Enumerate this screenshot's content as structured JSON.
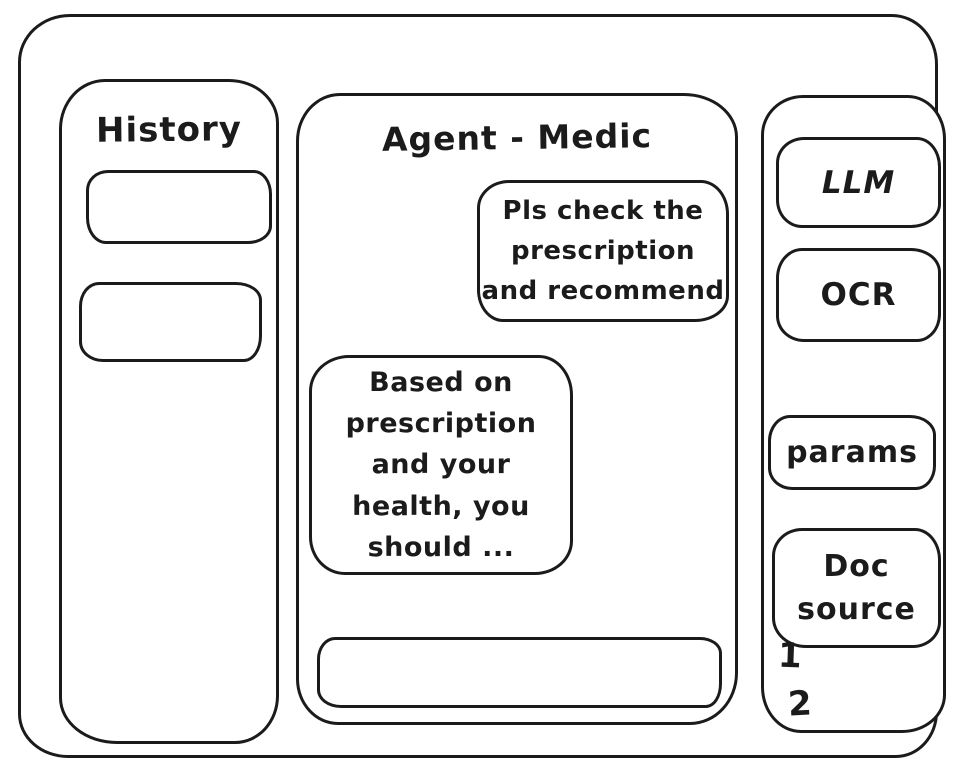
{
  "colors": {
    "ink": "#1b1b1b",
    "background": "#ffffff"
  },
  "history_panel": {
    "title": "History",
    "items": [
      {
        "label": ""
      },
      {
        "label": ""
      }
    ]
  },
  "chat": {
    "title": "Agent - Medic",
    "messages": [
      {
        "role": "user",
        "align": "right",
        "text": "Pls check the\nprescription\nand recommend"
      },
      {
        "role": "agent",
        "align": "left",
        "text": "Based on\nprescription\nand your\nhealth, you\nshould ..."
      }
    ],
    "input": {
      "value": "",
      "placeholder": ""
    }
  },
  "tools_panel": {
    "items": [
      {
        "id": "llm",
        "label": "LLM"
      },
      {
        "id": "ocr",
        "label": "OCR"
      },
      {
        "id": "params",
        "label": "params"
      },
      {
        "id": "doc-source",
        "label": "Doc\nsource"
      }
    ],
    "annotations": [
      "1",
      "2"
    ]
  }
}
